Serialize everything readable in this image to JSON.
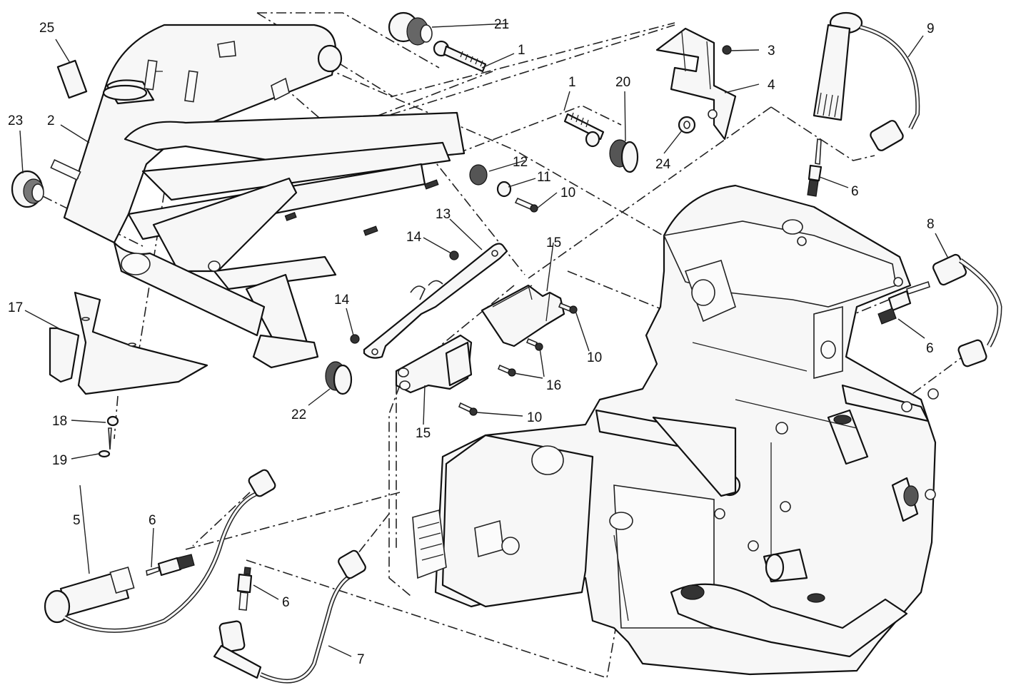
{
  "diagram": {
    "title": "Frame, engine and ignition exploded view",
    "callouts": [
      {
        "id": "c25",
        "label": "25",
        "part": "label"
      },
      {
        "id": "c23",
        "label": "23",
        "part": "grommet"
      },
      {
        "id": "c2",
        "label": "2",
        "part": "frame"
      },
      {
        "id": "c21",
        "label": "21",
        "part": "rear-bushing"
      },
      {
        "id": "c1a",
        "label": "1",
        "part": "screw"
      },
      {
        "id": "c1b",
        "label": "1",
        "part": "screw"
      },
      {
        "id": "c20",
        "label": "20",
        "part": "bushing"
      },
      {
        "id": "c3",
        "label": "3",
        "part": "screw"
      },
      {
        "id": "c4",
        "label": "4",
        "part": "bracket"
      },
      {
        "id": "c24",
        "label": "24",
        "part": "spacer"
      },
      {
        "id": "c9",
        "label": "9",
        "part": "ignition-coil-lead"
      },
      {
        "id": "c6a",
        "label": "6",
        "part": "spark-plug"
      },
      {
        "id": "c12",
        "label": "12",
        "part": "rubber-mount"
      },
      {
        "id": "c11",
        "label": "11",
        "part": "washer"
      },
      {
        "id": "c10a",
        "label": "10",
        "part": "screw"
      },
      {
        "id": "c13",
        "label": "13",
        "part": "coil-bracket"
      },
      {
        "id": "c14a",
        "label": "14",
        "part": "nut"
      },
      {
        "id": "c15a",
        "label": "15",
        "part": "ignition-coil"
      },
      {
        "id": "c8",
        "label": "8",
        "part": "spark-plug-cap"
      },
      {
        "id": "c14b",
        "label": "14",
        "part": "nut"
      },
      {
        "id": "c10b",
        "label": "10",
        "part": "screw"
      },
      {
        "id": "c6b",
        "label": "6",
        "part": "spark-plug"
      },
      {
        "id": "c17",
        "label": "17",
        "part": "guard"
      },
      {
        "id": "c16",
        "label": "16",
        "part": "screw"
      },
      {
        "id": "c22",
        "label": "22",
        "part": "bushing"
      },
      {
        "id": "c10c",
        "label": "10",
        "part": "screw"
      },
      {
        "id": "c15b",
        "label": "15",
        "part": "ignition-coil"
      },
      {
        "id": "c18",
        "label": "18",
        "part": "fastener"
      },
      {
        "id": "c19",
        "label": "19",
        "part": "rivet"
      },
      {
        "id": "c5",
        "label": "5",
        "part": "spark-plug-cap"
      },
      {
        "id": "c6c",
        "label": "6",
        "part": "spark-plug"
      },
      {
        "id": "c6d",
        "label": "6",
        "part": "spark-plug"
      },
      {
        "id": "c7",
        "label": "7",
        "part": "spark-plug-lead"
      }
    ]
  }
}
